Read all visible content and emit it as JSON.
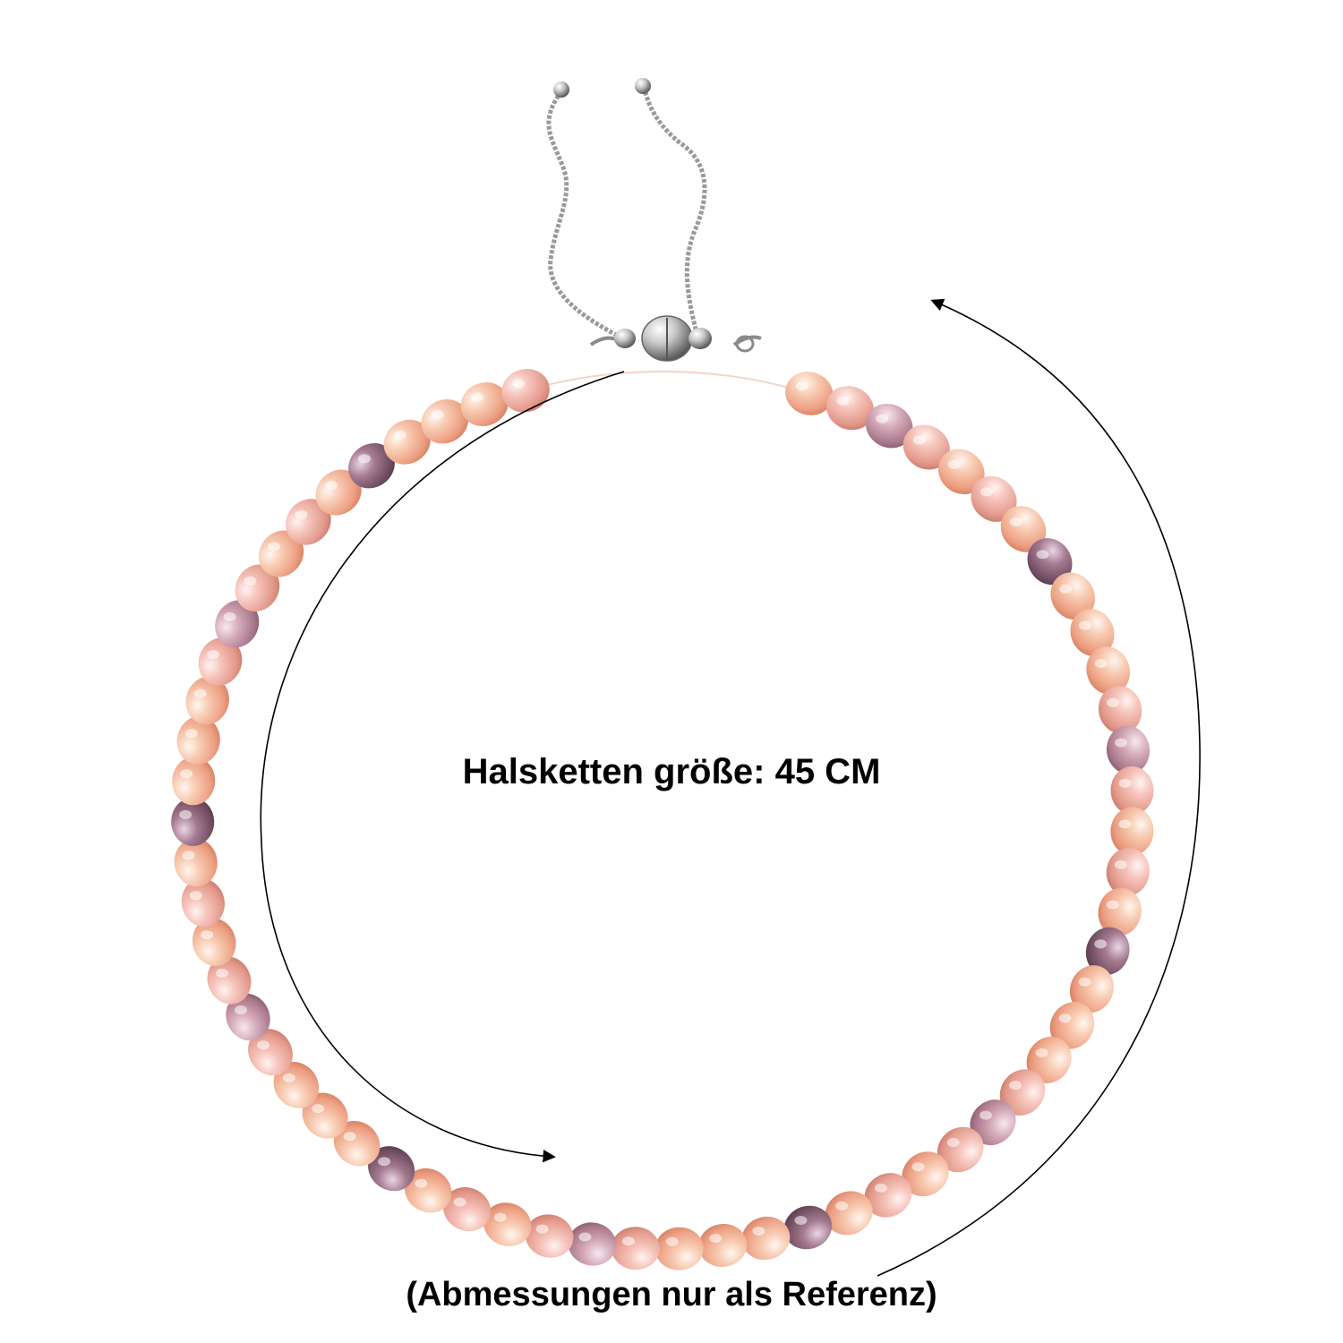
{
  "labels": {
    "size": "Halsketten größe: 45 CM",
    "reference": "(Abmessungen nur als Referenz)"
  },
  "colors": {
    "background": "#ffffff",
    "pearl_peach": "#f4b89a",
    "pearl_pink": "#efb2a4",
    "pearl_lavender": "#c99aa8",
    "pearl_highlight": "#fff4ee",
    "chain_silver": "#9a9a9a",
    "arrow": "#000000"
  },
  "icons": [
    "pearl-necklace",
    "slider-clasp",
    "measure-arrow-left",
    "measure-arrow-right"
  ]
}
